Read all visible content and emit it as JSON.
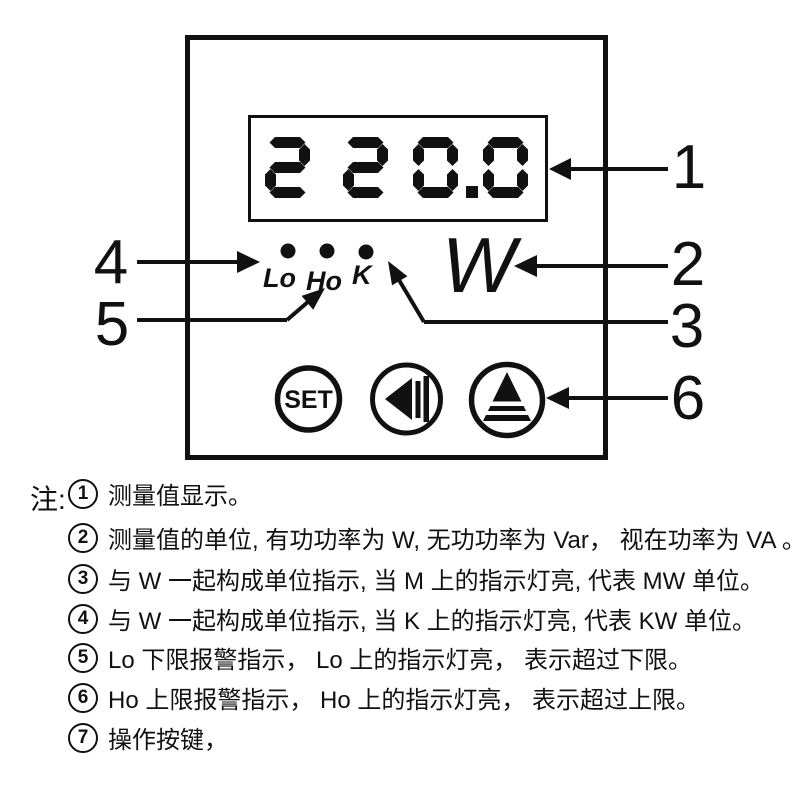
{
  "device": {
    "display": {
      "value": "220.0"
    },
    "indicators": {
      "labels": [
        {
          "label": "Lo"
        },
        {
          "label": "Ho"
        },
        {
          "label": "K"
        }
      ],
      "unit": "W"
    },
    "buttons": [
      {
        "label": "SET"
      },
      {
        "icon": "back-arrow"
      },
      {
        "icon": "up-triangle"
      }
    ]
  },
  "callouts": [
    {
      "number": "1"
    },
    {
      "number": "2"
    },
    {
      "number": "3"
    },
    {
      "number": "4"
    },
    {
      "number": "5"
    },
    {
      "number": "6"
    }
  ],
  "notes": {
    "prefix": "注:",
    "items": [
      {
        "num": "1",
        "text": "测量值显示。"
      },
      {
        "num": "2",
        "text": "测量值的单位, 有功功率为 W, 无功功率为 Var， 视在功率为 VA 。"
      },
      {
        "num": "3",
        "text": "与 W 一起构成单位指示, 当 M 上的指示灯亮, 代表 MW 单位。"
      },
      {
        "num": "4",
        "text": "与 W 一起构成单位指示, 当 K 上的指示灯亮, 代表 KW 单位。"
      },
      {
        "num": "5",
        "text": "Lo 下限报警指示， Lo 上的指示灯亮， 表示超过下限。"
      },
      {
        "num": "6",
        "text": "Ho 上限报警指示， Ho 上的指示灯亮， 表示超过上限。"
      },
      {
        "num": "7",
        "text": "操作按键，"
      }
    ]
  },
  "colors": {
    "ink": "#111111"
  }
}
